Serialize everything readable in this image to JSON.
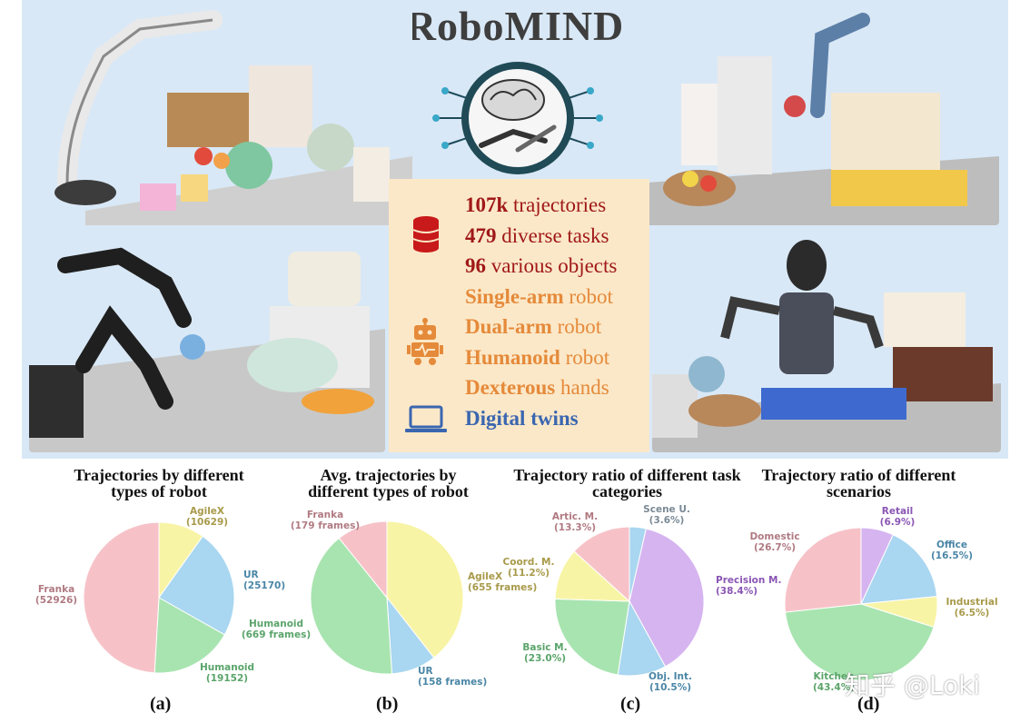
{
  "title": "RoboMIND",
  "stats": [
    {
      "num": "107k",
      "text": " trajectories",
      "style": "red"
    },
    {
      "num": "479",
      "text": " diverse tasks",
      "style": "red"
    },
    {
      "num": "96",
      "text": " various objects",
      "style": "red"
    },
    {
      "num": "Single-arm",
      "text": " robot",
      "style": "orange"
    },
    {
      "num": "Dual-arm",
      "text": " robot",
      "style": "orange"
    },
    {
      "num": "Humanoid",
      "text": " robot",
      "style": "orange"
    },
    {
      "num": "Dexterous",
      "text": " hands",
      "style": "orange"
    },
    {
      "num": "Digital twins",
      "text": "",
      "style": "blue"
    }
  ],
  "icons": [
    "database-icon",
    "robot-icon",
    "laptop-icon",
    "brain-robot-logo"
  ],
  "watermark": "知乎 @Loki",
  "chart_data": [
    {
      "type": "pie",
      "panel": "(a)",
      "title": "Trajectories by different types of robot",
      "slices": [
        {
          "label": "AgileX",
          "value": 10629,
          "value_text": "(10629)",
          "color": "#f8f4a6",
          "text_color": "#a89a4a"
        },
        {
          "label": "UR",
          "value": 25170,
          "value_text": "(25170)",
          "color": "#a9d6f0",
          "text_color": "#4a86a6"
        },
        {
          "label": "Humanoid",
          "value": 19152,
          "value_text": "(19152)",
          "color": "#a8e4b0",
          "text_color": "#5aa46a"
        },
        {
          "label": "Franka",
          "value": 52926,
          "value_text": "(52926)",
          "color": "#f6c2c8",
          "text_color": "#b07a82"
        }
      ]
    },
    {
      "type": "pie",
      "panel": "(b)",
      "title": "Avg. trajectories by different types of robot",
      "slices": [
        {
          "label": "AgileX",
          "value": 655,
          "value_text": "(655 frames)",
          "color": "#f8f4a6",
          "text_color": "#a89a4a"
        },
        {
          "label": "UR",
          "value": 158,
          "value_text": "(158 frames)",
          "color": "#a9d6f0",
          "text_color": "#4a86a6"
        },
        {
          "label": "Humanoid",
          "value": 669,
          "value_text": "(669 frames)",
          "color": "#a8e4b0",
          "text_color": "#5aa46a"
        },
        {
          "label": "Franka",
          "value": 179,
          "value_text": "(179 frames)",
          "color": "#f6c2c8",
          "text_color": "#b07a82"
        }
      ]
    },
    {
      "type": "pie",
      "panel": "(c)",
      "title": "Trajectory ratio of different task categories",
      "slices": [
        {
          "label": "Scene U.",
          "value": 3.6,
          "value_text": "(3.6%)",
          "color": "#a9d6f0",
          "text_color": "#7a8a96"
        },
        {
          "label": "Precision M.",
          "value": 38.4,
          "value_text": "(38.4%)",
          "color": "#d6b4f0",
          "text_color": "#8a56b4"
        },
        {
          "label": "Obj. Int.",
          "value": 10.5,
          "value_text": "(10.5%)",
          "color": "#a9d6f0",
          "text_color": "#4a86a6"
        },
        {
          "label": "Basic M.",
          "value": 23.0,
          "value_text": "(23.0%)",
          "color": "#a8e4b0",
          "text_color": "#5aa46a"
        },
        {
          "label": "Coord. M.",
          "value": 11.2,
          "value_text": "(11.2%)",
          "color": "#f8f4a6",
          "text_color": "#a89a4a"
        },
        {
          "label": "Artic. M.",
          "value": 13.3,
          "value_text": "(13.3%)",
          "color": "#f6c2c8",
          "text_color": "#b07a82"
        }
      ]
    },
    {
      "type": "pie",
      "panel": "(d)",
      "title": "Trajectory ratio of different scenarios",
      "slices": [
        {
          "label": "Retail",
          "value": 6.9,
          "value_text": "(6.9%)",
          "color": "#d6b4f0",
          "text_color": "#8a56b4"
        },
        {
          "label": "Office",
          "value": 16.5,
          "value_text": "(16.5%)",
          "color": "#a9d6f0",
          "text_color": "#4a86a6"
        },
        {
          "label": "Industrial",
          "value": 6.5,
          "value_text": "(6.5%)",
          "color": "#f8f4a6",
          "text_color": "#a89a4a"
        },
        {
          "label": "Kitchen",
          "value": 43.4,
          "value_text": "(43.4%)",
          "color": "#a8e4b0",
          "text_color": "#5aa46a"
        },
        {
          "label": "Domestic",
          "value": 26.7,
          "value_text": "(26.7%)",
          "color": "#f6c2c8",
          "text_color": "#b07a82"
        }
      ]
    }
  ]
}
